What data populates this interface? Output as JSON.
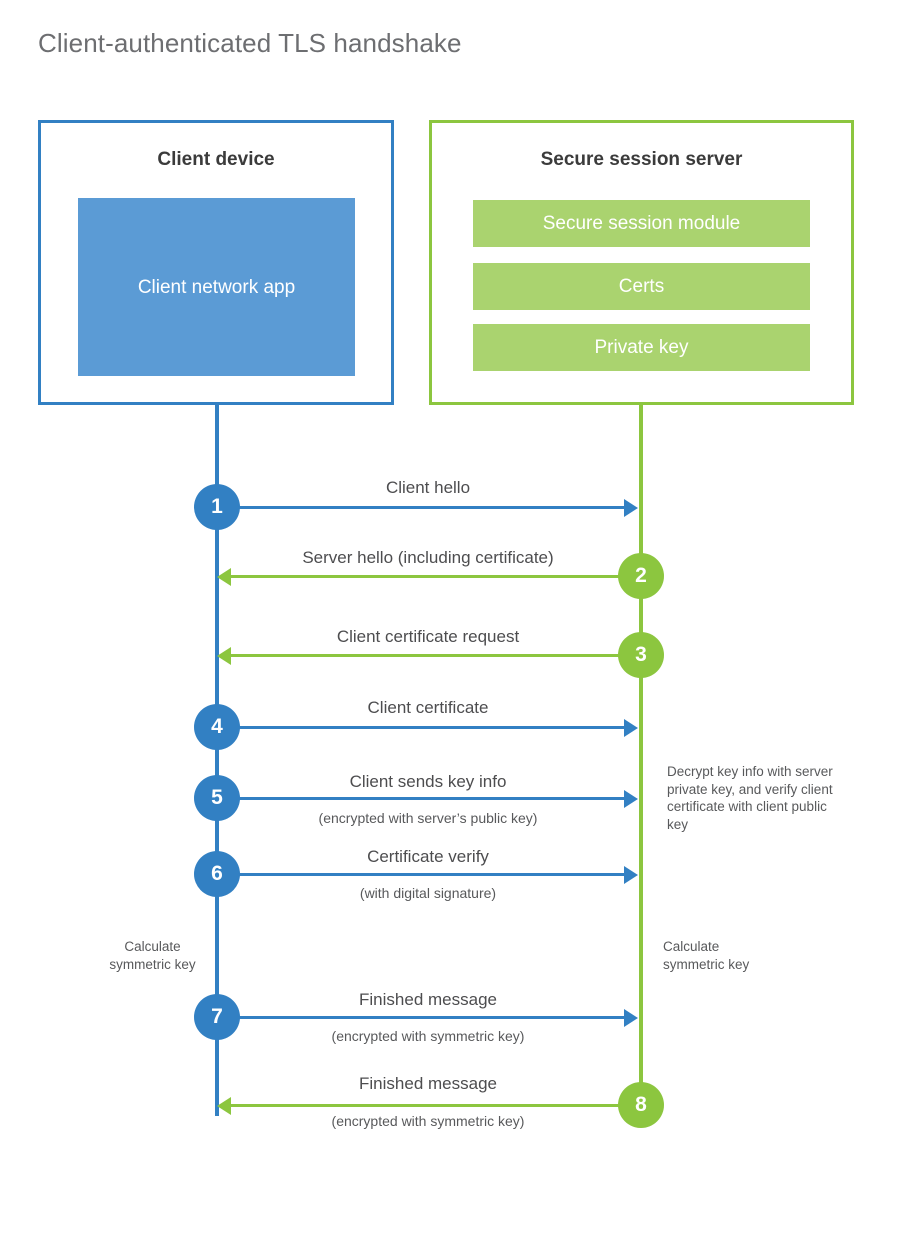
{
  "title": "Client-authenticated TLS handshake",
  "colors": {
    "blue": "#3280c3",
    "blue_fill": "#5b9bd5",
    "green": "#8cc63f",
    "green_fill": "#aad36f",
    "title_text": "#6d6e71",
    "body_text": "#58595b",
    "background": "#ffffff"
  },
  "actors": {
    "client": {
      "title": "Client device",
      "component": "Client network app"
    },
    "server": {
      "title": "Secure session server",
      "components": [
        "Secure session module",
        "Certs",
        "Private key"
      ]
    }
  },
  "messages": [
    {
      "step": "1",
      "label": "Client hello",
      "sub": "",
      "direction": "client-to-server",
      "color": "blue"
    },
    {
      "step": "2",
      "label": "Server hello (including certificate)",
      "sub": "",
      "direction": "server-to-client",
      "color": "green"
    },
    {
      "step": "3",
      "label": "Client certificate request",
      "sub": "",
      "direction": "server-to-client",
      "color": "green"
    },
    {
      "step": "4",
      "label": "Client certificate",
      "sub": "",
      "direction": "client-to-server",
      "color": "blue"
    },
    {
      "step": "5",
      "label": "Client sends key info",
      "sub": "(encrypted with server’s public key)",
      "direction": "client-to-server",
      "color": "blue"
    },
    {
      "step": "6",
      "label": "Certificate verify",
      "sub": "(with digital signature)",
      "direction": "client-to-server",
      "color": "blue"
    },
    {
      "step": "7",
      "label": "Finished message",
      "sub": "(encrypted with symmetric key)",
      "direction": "client-to-server",
      "color": "blue"
    },
    {
      "step": "8",
      "label": "Finished message",
      "sub": "(encrypted with symmetric key)",
      "direction": "server-to-client",
      "color": "green"
    }
  ],
  "notes": {
    "server_decrypt": "Decrypt key info with server private key, and verify client certificate with client public key",
    "client_calculate": "Calculate\nsymmetric key",
    "server_calculate": "Calculate\nsymmetric key"
  },
  "chart_data": {
    "type": "sequence-diagram",
    "title": "Client-authenticated TLS handshake",
    "participants": [
      "Client device",
      "Secure session server"
    ],
    "steps": [
      {
        "n": 1,
        "from": "Client device",
        "to": "Secure session server",
        "text": "Client hello"
      },
      {
        "n": 2,
        "from": "Secure session server",
        "to": "Client device",
        "text": "Server hello (including certificate)"
      },
      {
        "n": 3,
        "from": "Secure session server",
        "to": "Client device",
        "text": "Client certificate request"
      },
      {
        "n": 4,
        "from": "Client device",
        "to": "Secure session server",
        "text": "Client certificate"
      },
      {
        "n": 5,
        "from": "Client device",
        "to": "Secure session server",
        "text": "Client sends key info",
        "note": "(encrypted with server’s public key)"
      },
      {
        "n": 6,
        "from": "Client device",
        "to": "Secure session server",
        "text": "Certificate verify",
        "note": "(with digital signature)"
      },
      {
        "n": 7,
        "from": "Client device",
        "to": "Secure session server",
        "text": "Finished message",
        "note": "(encrypted with symmetric key)"
      },
      {
        "n": 8,
        "from": "Secure session server",
        "to": "Client device",
        "text": "Finished message",
        "note": "(encrypted with symmetric key)"
      }
    ]
  }
}
